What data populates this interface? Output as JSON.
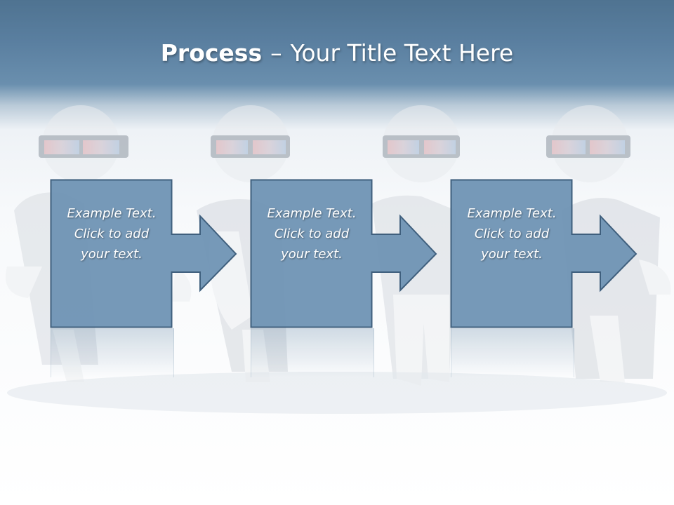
{
  "slide": {
    "title_bold": "Process",
    "title_dash": "–",
    "title_rest": "Your Title Text Here"
  },
  "steps": [
    {
      "line1": "Example Text.",
      "line2": "Click  to add",
      "line3": "your text."
    },
    {
      "line1": "Example Text.",
      "line2": "Click  to add",
      "line3": "your text."
    },
    {
      "line1": "Example Text.",
      "line2": "Click  to add",
      "line3": "your text."
    }
  ],
  "colors": {
    "header": "#5a7fa0",
    "box_fill": "#6f93b4",
    "box_stroke": "#3f5f7d",
    "text": "#ffffff"
  },
  "background_figures": [
    "person-with-3d-glasses",
    "person-with-3d-glasses",
    "person-with-3d-glasses",
    "person-with-3d-glasses"
  ]
}
